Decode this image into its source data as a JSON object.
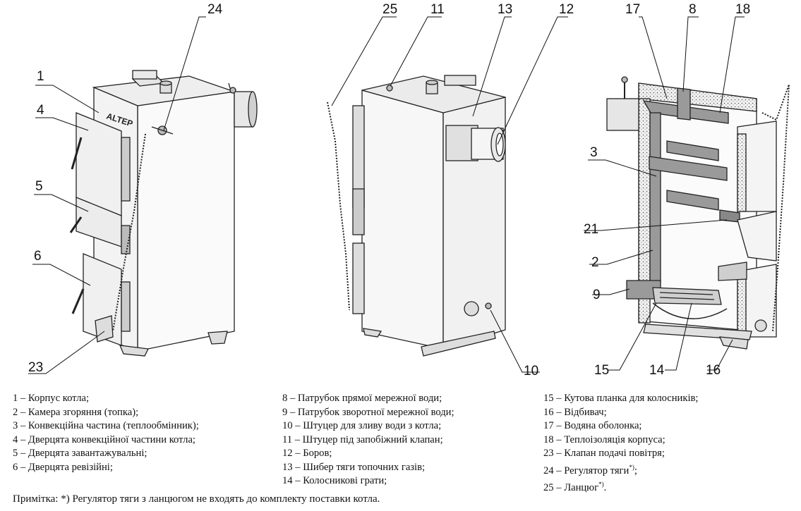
{
  "brand": "ALTEP",
  "callouts": {
    "c1": "1",
    "c4": "4",
    "c5": "5",
    "c6": "6",
    "c23": "23",
    "c24": "24",
    "c25": "25",
    "c11": "11",
    "c13": "13",
    "c12": "12",
    "c10": "10",
    "c17": "17",
    "c8": "8",
    "c18": "18",
    "c3": "3",
    "c21": "21",
    "c2": "2",
    "c9": "9",
    "c15": "15",
    "c14": "14",
    "c16": "16"
  },
  "legend": {
    "col1": [
      "1 – Корпус котла;",
      "2 – Камера згоряння (топка);",
      "3 – Конвекційна частина (теплообмінник);",
      "4 – Дверцята конвекційної частини котла;",
      "5 – Дверцята завантажувальні;",
      "6 – Дверцята ревізійні;"
    ],
    "col2": [
      "8 – Патрубок прямої мережної води;",
      "9 – Патрубок зворотної мережної води;",
      "10 – Штуцер для зливу води з котла;",
      "11 – Штуцер під запобіжний клапан;",
      "12 – Боров;",
      "13 – Шибер тяги топочних газів;",
      "14 – Колосникові грати;"
    ],
    "col3": [
      "15 – Кутова планка для колосників;",
      "16 – Відбивач;",
      "17 – Водяна оболонка;",
      "18 – Теплоізоляція корпуса;",
      "23 – Клапан подачі повітря;"
    ],
    "item24": "24 – Регулятор тяги",
    "item24_end": ";",
    "item25": "25 – Ланцюг",
    "item25_end": ".",
    "asterisk": "*)"
  },
  "note": "Примітка: *) Регулятор тяги з ланцюгом не входять до комплекту поставки котла."
}
